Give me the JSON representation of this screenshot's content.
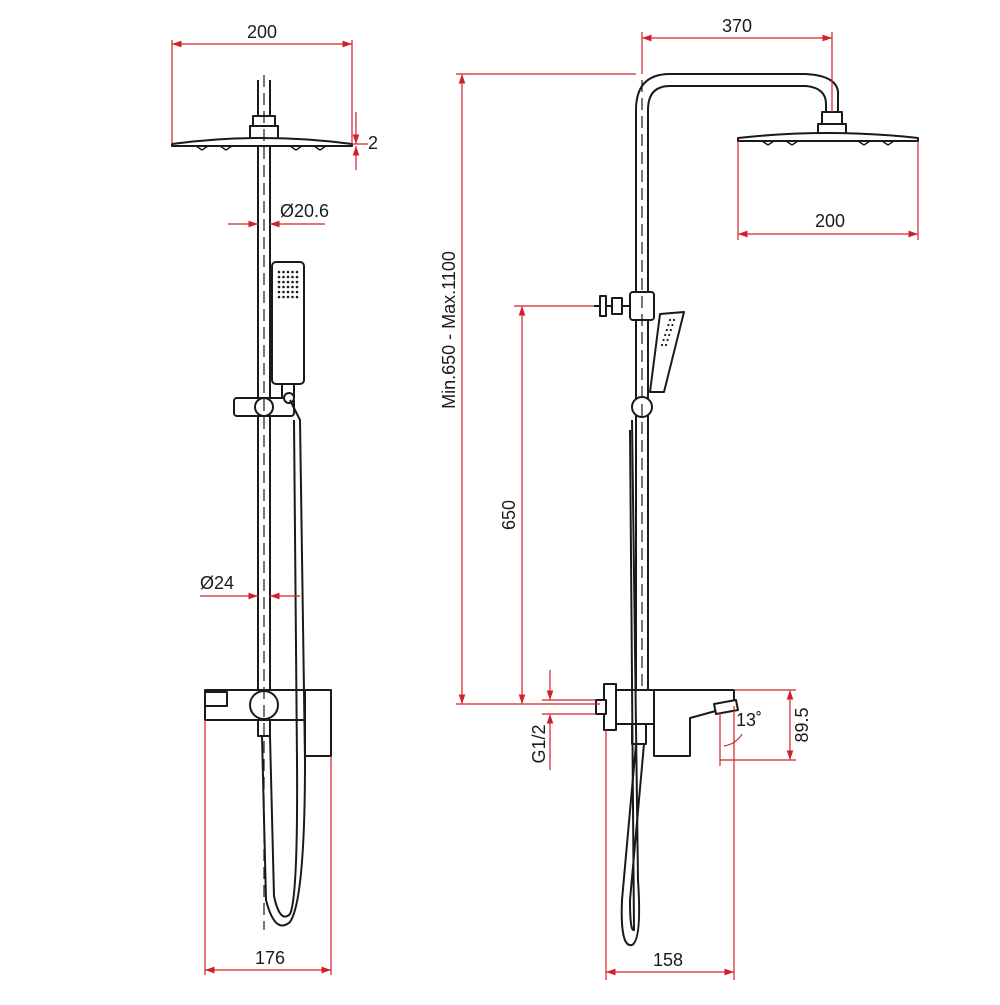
{
  "colors": {
    "dimension": "#d0202a",
    "line": "#1a1a1a",
    "background": "#ffffff"
  },
  "front_view": {
    "head_width": "200",
    "head_thickness": "2",
    "arm_diameter": "Ø20.6",
    "pipe_diameter": "Ø24",
    "base_width": "176"
  },
  "side_view": {
    "arm_reach": "370",
    "head_width": "200",
    "height_range": "Min.650 - Max.1100",
    "holder_height": "650",
    "inlet_thread": "G1/2",
    "spout_angle": "13˚",
    "spout_height": "89.5",
    "base_depth": "158"
  }
}
